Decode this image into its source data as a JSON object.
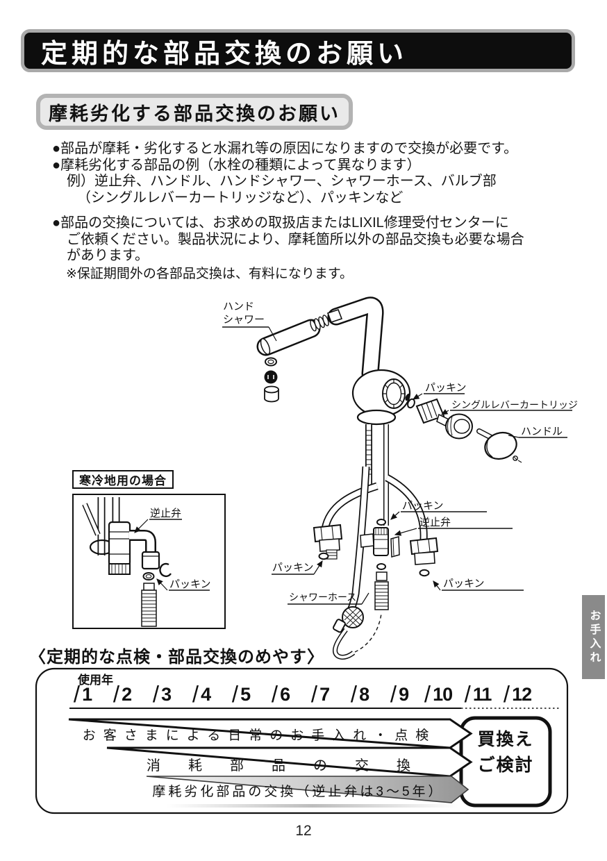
{
  "header": {
    "title": "定期的な部品交換のお願い",
    "bar_color": "#0d0d0d",
    "border_color": "#a9a9a9"
  },
  "subheader": {
    "title": "摩耗劣化する部品交換のお願い",
    "fill_color": "#e9e9e9"
  },
  "body": {
    "line1": "●部品が摩耗・劣化すると水漏れ等の原因になりますので交換が必要です。",
    "line2": "●摩耗劣化する部品の例（水栓の種類によって異なります）",
    "line3": "例）逆止弁、ハンドル、ハンドシャワー、シャワーホース、バルブ部",
    "line4": "（シングルレバーカートリッジなど）、パッキンなど",
    "line5": "●部品の交換については、お求めの取扱店またはLIXIL修理受付センターに",
    "line6": "ご依頼ください。製品状況により、摩耗箇所以外の部品交換も必要な場合",
    "line7": "があります。",
    "line8": "※保証期間外の各部品交換は、有料になります。"
  },
  "diagram": {
    "labels": {
      "hand_shower_line1": "ハンド",
      "hand_shower_line2": "シャワー",
      "packing_top": "パッキン",
      "cartridge": "シングルレバーカートリッジ",
      "handle": "ハンドル",
      "packing_mid": "パッキン",
      "check_valve": "逆止弁",
      "packing_left": "パッキン",
      "packing_right": "パッキン",
      "shower_hose": "シャワーホース"
    },
    "cold_region_box": {
      "title": "寒冷地用の場合",
      "check_valve_label": "逆止弁",
      "packing_label": "パッキン"
    }
  },
  "schedule_chart": {
    "type": "timeline-bar",
    "title": "〈定期的な点検・部品交換のめやす〉",
    "axis_label": "使用年",
    "separator": "/",
    "years": [
      "1",
      "2",
      "3",
      "4",
      "5",
      "6",
      "7",
      "8",
      "9",
      "10",
      "11",
      "12"
    ],
    "axis_solid_years": [
      1,
      10
    ],
    "axis_dotted_years": [
      11,
      12
    ],
    "bars": [
      {
        "label": "お客さまによる日常のお手入れ・点検",
        "start_year": 1,
        "end_year": 10,
        "style": "white"
      },
      {
        "label": "消耗部品の交換",
        "start_year": 2,
        "end_year": 10,
        "style": "white"
      },
      {
        "label": "摩耗劣化部品の交換（逆止弁は3～5年）",
        "start_year": 3,
        "end_year": 10,
        "style": "gray-gradient",
        "gradient_end_color": "#949494"
      }
    ],
    "conclusion": {
      "line1": "買換え",
      "line2": "ご検討"
    }
  },
  "side_tab": {
    "label": "お手入れ",
    "color": "#8a8a8a"
  },
  "page": {
    "number": "12"
  }
}
